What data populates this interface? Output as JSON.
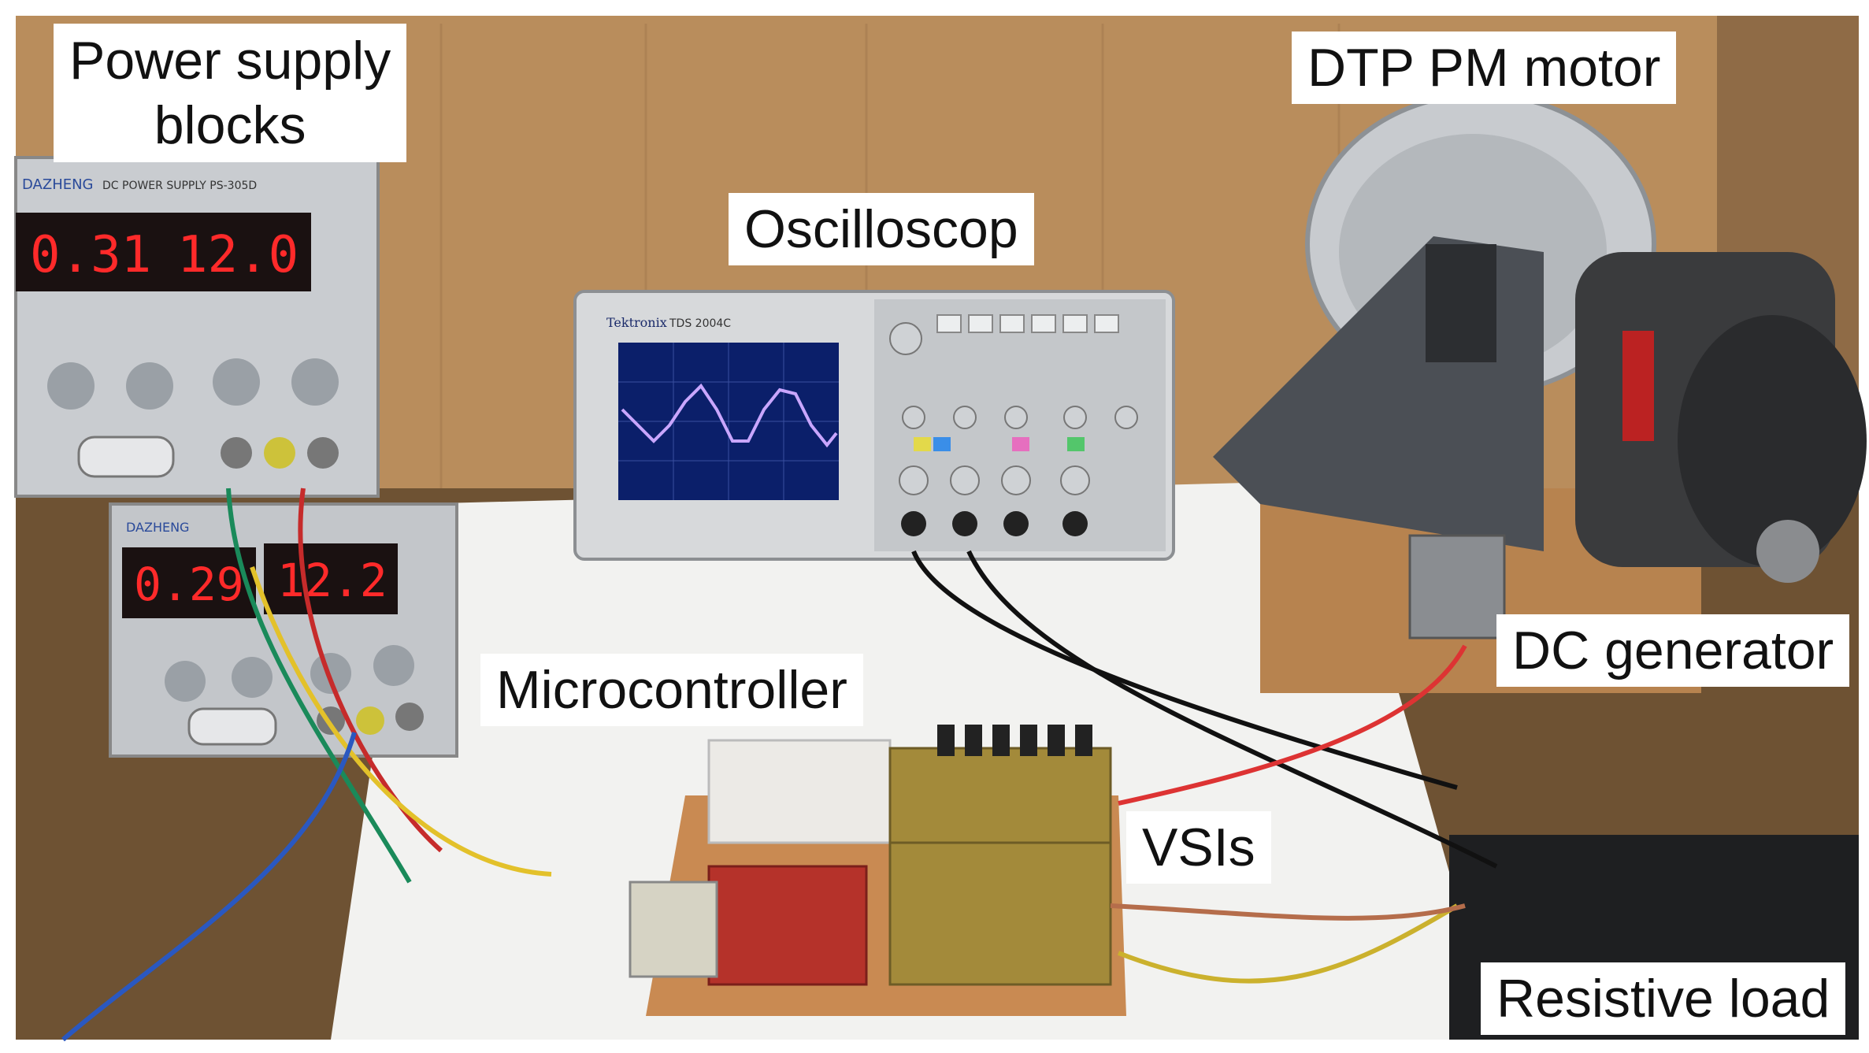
{
  "labels": {
    "power_supply": "Power supply\nblocks",
    "oscilloscope": "Oscilloscop",
    "motor": "DTP PM motor",
    "microcontroller": "Microcontroller",
    "dc_generator": "DC generator",
    "vsis": "VSIs",
    "resistive_load": "Resistive load"
  },
  "psu_displays": {
    "top_current": "0.31",
    "top_voltage": "12.0",
    "bottom_current": "0.29",
    "bottom_voltage": "12.2"
  },
  "instrument_text": {
    "psu_brand": "DAZHENG",
    "psu_model": "DC POWER SUPPLY  PS-305D",
    "scope_brand": "Tektronix",
    "scope_model": "TDS 2004C"
  },
  "colors": {
    "wall": "#b98d5c",
    "table": "#7a5a3a",
    "psu_body": "#c9ccd0",
    "led_red": "#ff2a2a",
    "scope_body": "#d7d9db",
    "scope_screen": "#0b1f6a",
    "trace_purple": "#c9a6ff",
    "pcb_green": "#a38a3a",
    "board_wood": "#c98a52"
  }
}
